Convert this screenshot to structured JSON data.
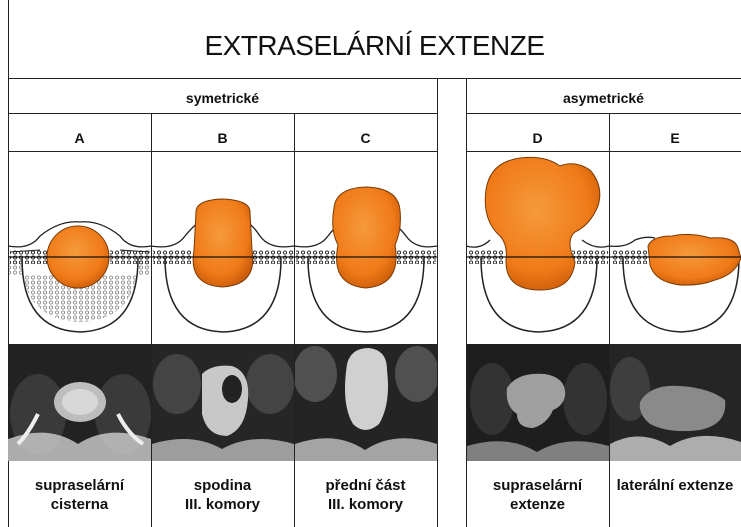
{
  "title": "EXTRASELÁRNÍ EXTENZE",
  "groups": {
    "symmetric": "symetrické",
    "asymmetric": "asymetrické"
  },
  "columns": [
    {
      "letter": "A",
      "caption_line1": "supraselární",
      "caption_line2": "cisterna"
    },
    {
      "letter": "B",
      "caption_line1": "spodina",
      "caption_line2": "III. komory"
    },
    {
      "letter": "C",
      "caption_line1": "přední část",
      "caption_line2": "III. komory"
    },
    {
      "letter": "D",
      "caption_line1": "supraselární",
      "caption_line2": "extenze"
    },
    {
      "letter": "E",
      "caption_line1": "laterální extenze",
      "caption_line2": ""
    }
  ],
  "colors": {
    "tumor": "#f07a18",
    "tumor_dark": "#c85a08",
    "line": "#222222",
    "mri_bg": "#1a1a1a"
  }
}
